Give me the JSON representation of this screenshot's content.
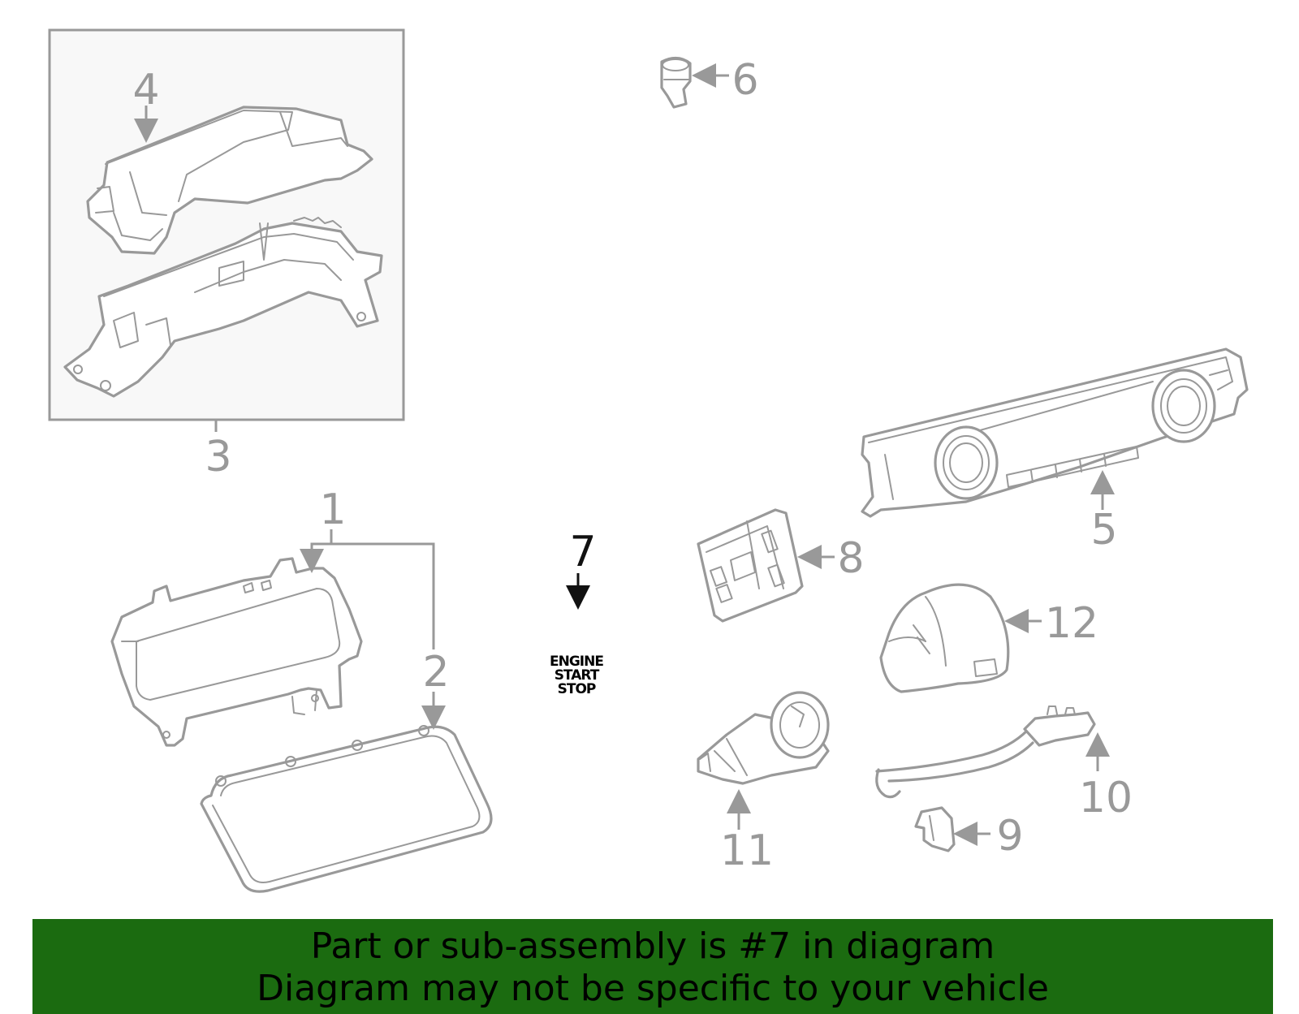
{
  "diagram": {
    "callouts": {
      "c1": "1",
      "c2": "2",
      "c3": "3",
      "c4": "4",
      "c5": "5",
      "c6": "6",
      "c7": "7",
      "c8": "8",
      "c9": "9",
      "c10": "10",
      "c11": "11",
      "c12": "12"
    },
    "start_button_text": {
      "line1": "ENGINE",
      "line2": "START",
      "line3": "STOP"
    },
    "highlighted_part": "7",
    "colors": {
      "line_art": "#999999",
      "highlight": "#111111",
      "banner_background": "#1b6b10",
      "banner_text": "#000000"
    }
  },
  "banner": {
    "line1": "Part or sub-assembly is #7 in diagram",
    "line2": "Diagram may not be specific to your vehicle"
  }
}
